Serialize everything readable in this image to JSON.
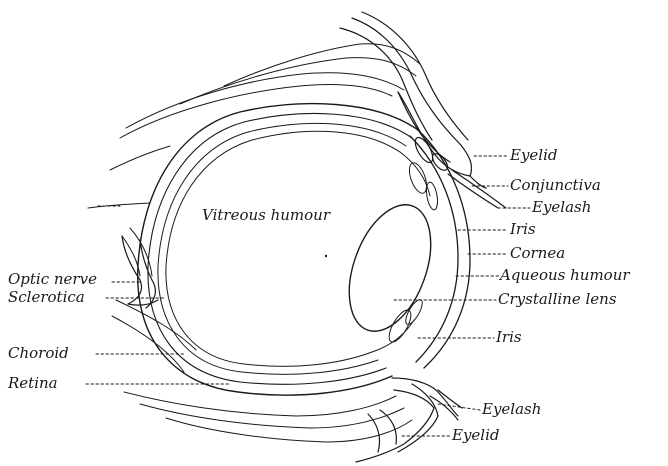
{
  "labels": {
    "eyelid_top": "Eyelid",
    "conjunctiva": "Conjunctiva",
    "eyelash_top": "Eyelash",
    "iris_top": "Iris",
    "cornea": "Cornea",
    "aqueous_humour": "Aqueous humour",
    "crystalline_lens": "Crystalline lens",
    "iris_bottom": "Iris",
    "eyelash_bottom": "Eyelash",
    "eyelid_bottom": "Eyelid",
    "vitreous_humour": "Vitreous humour",
    "optic_nerve": "Optic nerve",
    "sclerotica": "Sclerotica",
    "choroid": "Choroid",
    "retina": "Retina"
  },
  "colors": {
    "ink": "#1a1a1a",
    "paper": "#ffffff"
  }
}
